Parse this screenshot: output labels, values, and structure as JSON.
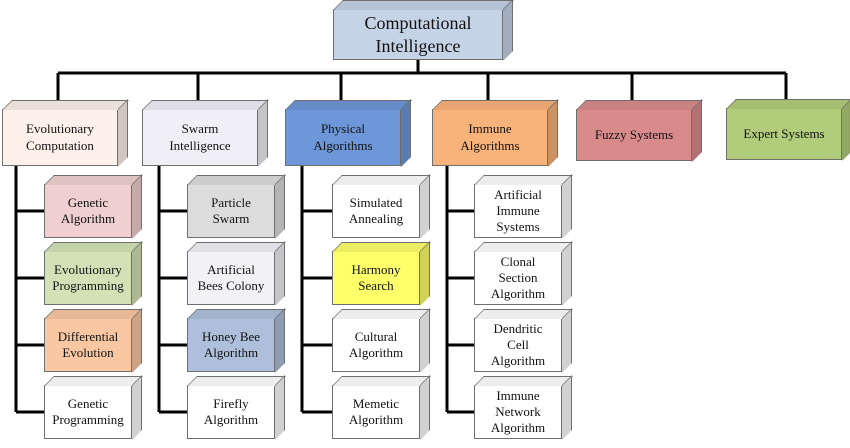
{
  "root": {
    "label": "Computational\nIntelligence",
    "color": "#c5d3e6"
  },
  "categories": [
    {
      "id": "evolutionary-computation",
      "label": "Evolutionary\nComputation",
      "color": "#fdf1e9",
      "children": [
        {
          "id": "genetic-algorithm",
          "label": "Genetic\nAlgorithm",
          "color": "#efcfd0"
        },
        {
          "id": "evolutionary-programming",
          "label": "Evolutionary\nProgramming",
          "color": "#d3e2b6"
        },
        {
          "id": "differential-evolution",
          "label": "Differential\nEvolution",
          "color": "#f9c7a2"
        },
        {
          "id": "genetic-programming",
          "label": "Genetic\nProgramming",
          "color": "#ffffff"
        }
      ]
    },
    {
      "id": "swarm-intelligence",
      "label": "Swarm\nIntelligence",
      "color": "#efeff5",
      "children": [
        {
          "id": "particle-swarm",
          "label": "Particle\nSwarm",
          "color": "#dcdcdc"
        },
        {
          "id": "artificial-bees-colony",
          "label": "Artificial\nBees Colony",
          "color": "#f1f1f6"
        },
        {
          "id": "honey-bee-algorithm",
          "label": "Honey Bee\nAlgorithm",
          "color": "#adbfda"
        },
        {
          "id": "firefly-algorithm",
          "label": "Firefly\nAlgorithm",
          "color": "#ffffff"
        }
      ]
    },
    {
      "id": "physical-algorithms",
      "label": "Physical\nAlgorithms",
      "color": "#6d97d8",
      "children": [
        {
          "id": "simulated-annealing",
          "label": "Simulated\nAnnealing",
          "color": "#ffffff"
        },
        {
          "id": "harmony-search",
          "label": "Harmony\nSearch",
          "color": "#ffff6a"
        },
        {
          "id": "cultural-algorithm",
          "label": "Cultural\nAlgorithm",
          "color": "#ffffff"
        },
        {
          "id": "memetic-algorithm",
          "label": "Memetic\nAlgorithm",
          "color": "#ffffff"
        }
      ]
    },
    {
      "id": "immune-algorithms",
      "label": "Immune\nAlgorithms",
      "color": "#f8b37a",
      "children": [
        {
          "id": "artificial-immune-systems",
          "label": "Artificial\nImmune\nSystems",
          "color": "#ffffff"
        },
        {
          "id": "clonal-section-algorithm",
          "label": "Clonal\nSection\nAlgorithm",
          "color": "#ffffff"
        },
        {
          "id": "dendritic-cell-algorithm",
          "label": "Dendritic\nCell\nAlgorithm",
          "color": "#ffffff"
        },
        {
          "id": "immune-network-algorithm",
          "label": "Immune\nNetwork\nAlgorithm",
          "color": "#ffffff"
        }
      ]
    },
    {
      "id": "fuzzy-systems",
      "label": "Fuzzy Systems",
      "color": "#d98b8c",
      "children": []
    },
    {
      "id": "expert-systems",
      "label": "Expert Systems",
      "color": "#b1cc7a",
      "children": []
    }
  ]
}
